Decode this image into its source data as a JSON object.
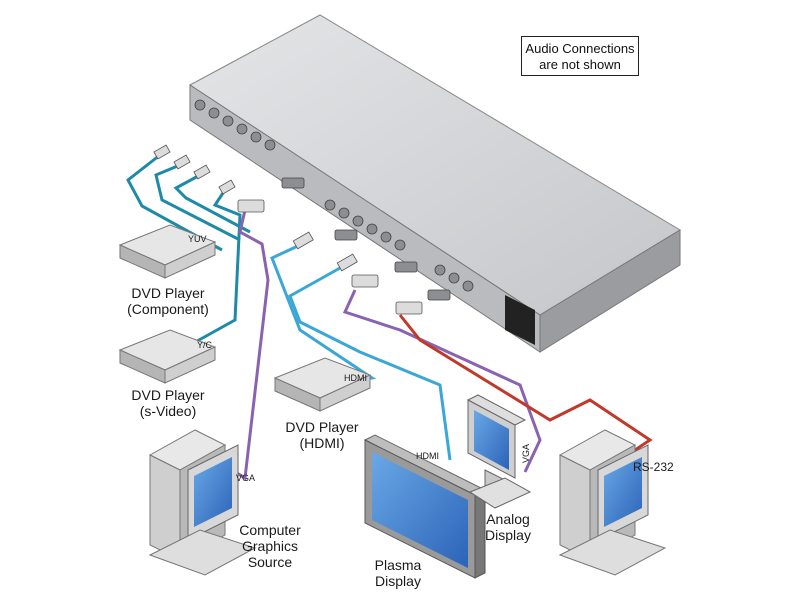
{
  "note": {
    "line1": "Audio Connections",
    "line2": "are not shown"
  },
  "devices": {
    "dvd_component": {
      "line1": "DVD Player",
      "line2": "(Component)"
    },
    "dvd_svideo": {
      "line1": "DVD Player",
      "line2": "(s-Video)"
    },
    "dvd_hdmi": {
      "line1": "DVD Player",
      "line2": "(HDMI)"
    },
    "computer_source": {
      "line1": "Computer",
      "line2": "Graphics",
      "line3": "Source"
    },
    "plasma": {
      "line1": "Plasma",
      "line2": "Display"
    },
    "analog": {
      "line1": "Analog",
      "line2": "Display"
    }
  },
  "cable_labels": {
    "yuv": "YUV",
    "yc": "Y/C",
    "hdmi_player": "HDMI",
    "hdmi_plasma": "HDMI",
    "vga_source": "VGA",
    "vga_display": "VGA",
    "rs232": "RS-232"
  },
  "colors": {
    "teal_cable": "#1f8aa8",
    "blue_cable": "#3aa7d6",
    "purple_cable": "#8a63b0",
    "red_cable": "#c0392b",
    "chassis": "#cfd1d4",
    "screen": "#3f7fd0"
  }
}
